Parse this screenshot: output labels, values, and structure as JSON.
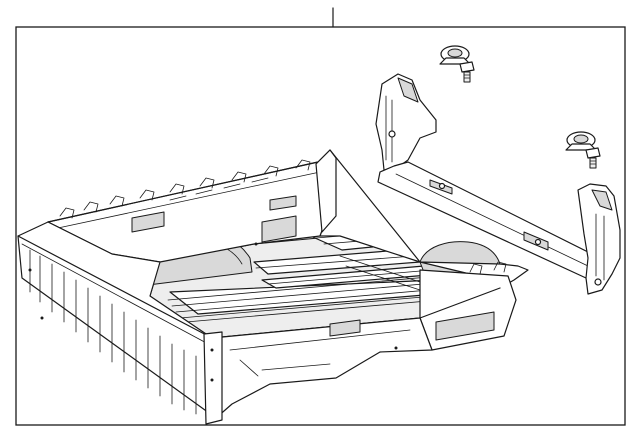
{
  "diagram": {
    "callout_label": "",
    "background_color": "#ffffff",
    "line_color": "#1a1a1a",
    "shading_color": "#d9d9d9",
    "parts": [
      {
        "name": "truck-bed-box"
      },
      {
        "name": "bed-front-crossmember-bracket"
      },
      {
        "name": "tie-down-hook-upper"
      },
      {
        "name": "tie-down-hook-lower"
      }
    ]
  }
}
